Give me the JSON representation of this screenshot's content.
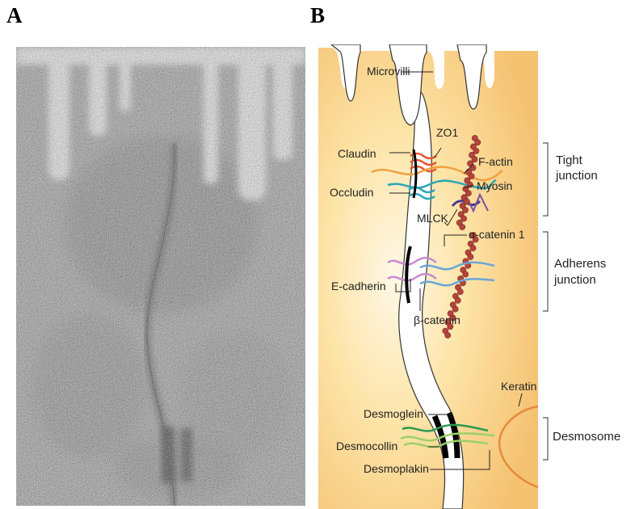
{
  "panels": {
    "a_letter": "A",
    "b_letter": "B"
  },
  "labels": {
    "microvilli": "Microvilli",
    "zo1": "ZO1",
    "claudin": "Claudin",
    "f_actin": "F-actin",
    "occludin": "Occludin",
    "myosin": "Myosin",
    "mlck": "MLCK",
    "alpha_catenin": "α-catenin 1",
    "e_cadherin": "E-cadherin",
    "beta_catenin": "β-catenin",
    "keratin": "Keratin",
    "desmoglein": "Desmoglein",
    "desmocollin": "Desmocollin",
    "desmoplakin": "Desmoplakin"
  },
  "regions": {
    "tight_junction_line1": "Tight",
    "tight_junction_line2": "junction",
    "adherens_junction_line1": "Adherens",
    "adherens_junction_line2": "junction",
    "desmosome": "Desmosome"
  },
  "colors": {
    "cell": "#f5c272",
    "cell_glow": "#fdf0cf",
    "cleft": "#ffffff",
    "claudin": "#e8542c",
    "zo1": "#f0a040",
    "occludin": "#2aa6b3",
    "actin": "#b5443c",
    "myosin": "#7a4fa0",
    "mlck": "#4a3a8a",
    "cadherin": "#c98ad0",
    "catenin": "#6aa6d8",
    "desmoglein": "#2e9a4e",
    "desmocollin": "#9ad06a",
    "keratin": "#e58a3c"
  }
}
